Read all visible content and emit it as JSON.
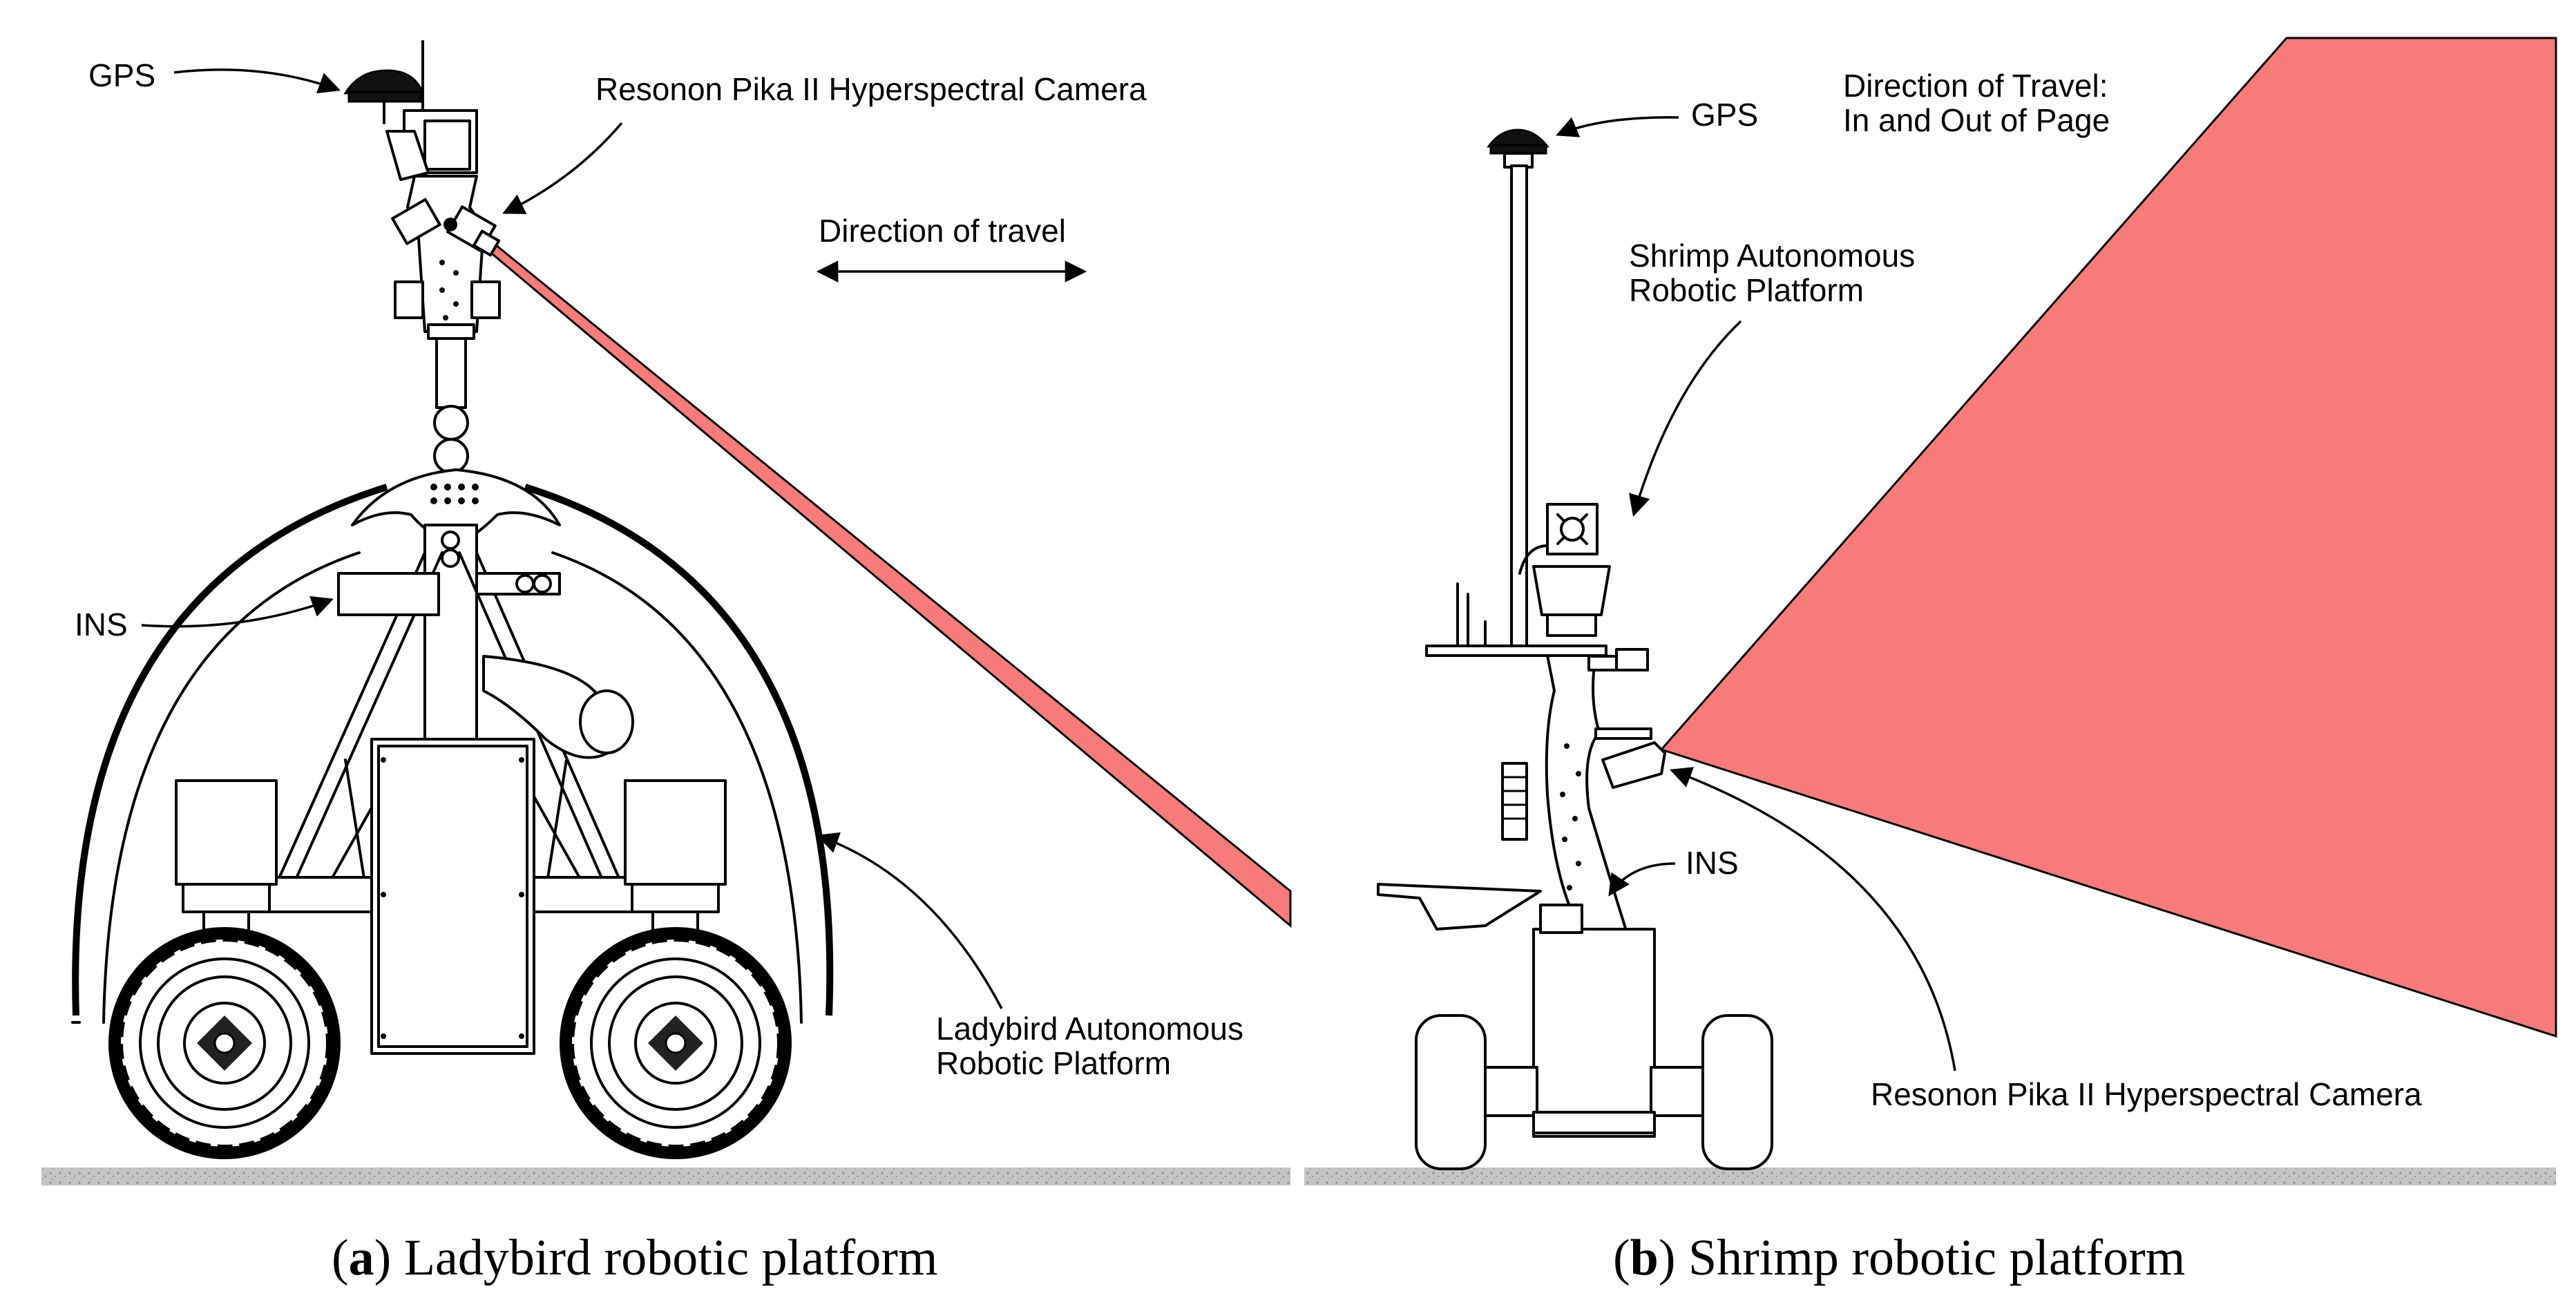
{
  "panel_a": {
    "labels": {
      "gps": "GPS",
      "camera": "Resonon Pika II Hyperspectral Camera",
      "direction": "Direction of travel",
      "ins": "INS",
      "platform_line1": "Ladybird Autonomous",
      "platform_line2": "Robotic Platform"
    },
    "caption": {
      "letter": "a",
      "text": " Ladybird robotic platform"
    }
  },
  "panel_b": {
    "labels": {
      "gps": "GPS",
      "direction_line1": "Direction of Travel:",
      "direction_line2": "In and Out of Page",
      "platform_line1": "Shrimp Autonomous",
      "platform_line2": "Robotic Platform",
      "ins": "INS",
      "camera": "Resonon Pika II Hyperspectral Camera"
    },
    "caption": {
      "letter": "b",
      "text": " Shrimp robotic platform"
    }
  },
  "colors": {
    "field_of_view": "#f77b7b",
    "ground": "#b9b9b9",
    "line": "#000000"
  }
}
